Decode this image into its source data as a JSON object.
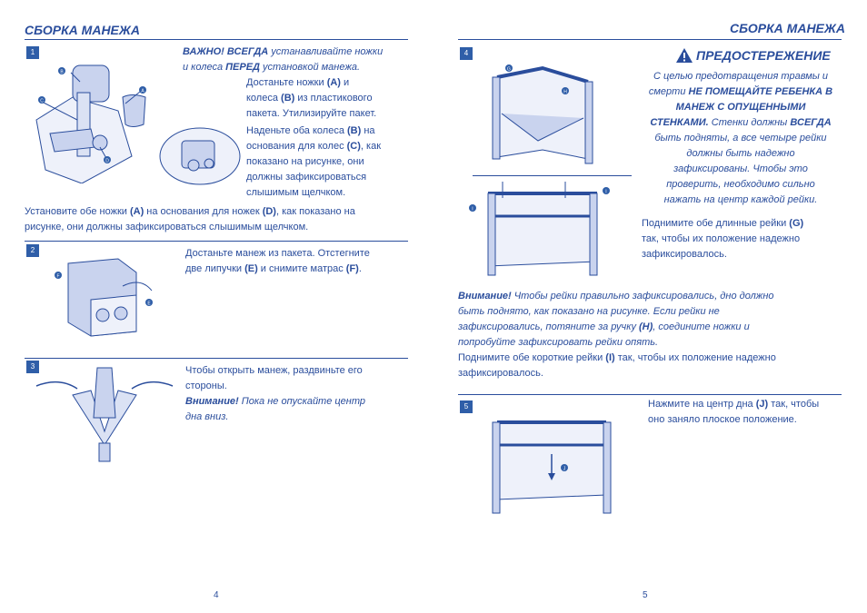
{
  "left_page": {
    "title": "СБОРКА МАНЕЖА",
    "page_number": "4",
    "step1": {
      "number": "1",
      "important": {
        "lead": "ВАЖНО! ВСЕГДА",
        "rest1": " устанавливайте ножки",
        "line2a": "и колеса ",
        "line2b": "ПЕРЕД",
        "line2c": " установкой манежа."
      },
      "remove_lines": [
        [
          "Достаньте ножки ",
          "(A)",
          " и"
        ],
        [
          "колеса ",
          "(B)",
          " из пластикового"
        ],
        [
          "пакета. Утилизируйте пакет.",
          "",
          ""
        ]
      ],
      "wheels_lines": [
        [
          "Наденьте оба колеса ",
          "(B)",
          " на"
        ],
        [
          "основания для колес ",
          "(C)",
          ", как"
        ],
        [
          "показано на рисунке, они",
          "",
          ""
        ],
        [
          "должны зафиксироваться",
          "",
          ""
        ],
        [
          "слышимым щелчком.",
          "",
          ""
        ]
      ],
      "legs_lines": [
        [
          "Установите обе ножки ",
          "(A)",
          " на основания для ножек ",
          "(D)",
          ", как показано на"
        ],
        [
          "рисунке, они должны зафиксироваться слышимым щелчком.",
          "",
          "",
          "",
          ""
        ]
      ],
      "labels": [
        "B",
        "A",
        "C",
        "D"
      ]
    },
    "step2": {
      "number": "2",
      "lines": [
        [
          "Достаньте манеж из пакета. Отстегните",
          "",
          ""
        ],
        [
          "две липучки ",
          "(E)",
          " и снимите матрас ",
          "(F)",
          "."
        ]
      ],
      "labels": [
        "F",
        "E"
      ]
    },
    "step3": {
      "number": "3",
      "text1": "Чтобы открыть манеж, раздвиньте его",
      "text2": "стороны.",
      "attention": "Внимание!",
      "warn1": " Пока не опускайте центр",
      "warn2": "дна вниз."
    }
  },
  "right_page": {
    "title": "СБОРКА МАНЕЖА",
    "page_number": "5",
    "step4": {
      "number": "4",
      "labels": [
        "G",
        "H",
        "G",
        "I"
      ]
    },
    "warning": {
      "heading": "ПРЕДОСТЕРЕЖЕНИЕ",
      "lines": [
        [
          "С целью предотвращения травмы и",
          ""
        ],
        [
          "смерти ",
          "НЕ ПОМЕЩАЙТЕ РЕБЕНКА В"
        ],
        [
          "",
          "МАНЕЖ С ОПУЩЕННЫМИ"
        ],
        [
          "",
          "СТЕНКАМИ."
        ],
        [
          "быть подняты, а все четыре рейки",
          ""
        ],
        [
          "должны быть надежно",
          ""
        ],
        [
          "зафиксированы. Чтобы это",
          ""
        ],
        [
          "проверить, необходимо сильно",
          ""
        ],
        [
          "нажать на центр каждой рейки.",
          ""
        ]
      ],
      "walls_a": " Стенки должны ",
      "walls_b": "ВСЕГДА"
    },
    "long_rails": [
      [
        "Поднимите обе длинные рейки ",
        "(G)"
      ],
      [
        "так, чтобы их положение надежно",
        ""
      ],
      [
        "зафиксировалось.",
        ""
      ]
    ],
    "attention": {
      "lead": "Внимание!",
      "line1": "  Чтобы рейки правильно зафиксировались, дно должно",
      "line2": "быть поднято, как показано на рисунке. Если рейки не",
      "line3a": "зафиксировались, потяните за ручку ",
      "line3b": "(H)",
      "line3c": ", соедините ножки и",
      "line4": "попробуйте зафиксировать рейки опять."
    },
    "short_rails": {
      "line1a": "Поднимите обе короткие рейки ",
      "line1b": "(I)",
      "line1c": " так, чтобы их положение надежно",
      "line2": "зафиксировалось."
    },
    "step5": {
      "number": "5",
      "line1a": "Нажмите на центр дна ",
      "line1b": "(J)",
      "line1c": " так, чтобы",
      "line2": "оно заняло плоское положение.",
      "label": "J"
    }
  },
  "colors": {
    "text": "#2a4d9c",
    "badge": "#2f5ea8",
    "illustration_fill": "#c9d3ee",
    "illustration_line": "#2a4d9c"
  }
}
